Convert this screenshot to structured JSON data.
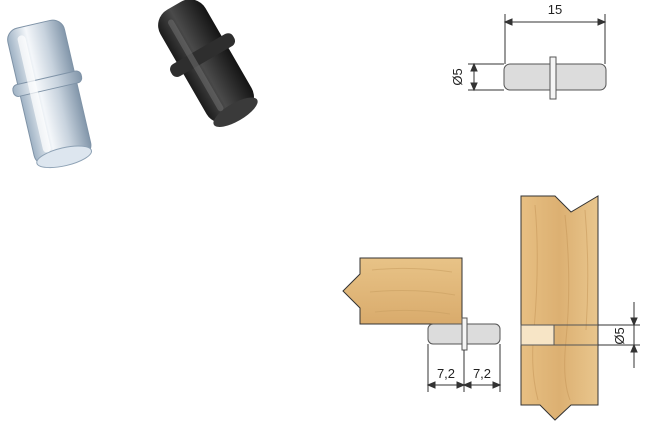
{
  "products": [
    {
      "name": "metal-shelf-pin",
      "finish": "zinc-plated",
      "color": "#b9c8d6"
    },
    {
      "name": "plastic-shelf-pin",
      "finish": "black",
      "color": "#2b2b2b"
    }
  ],
  "drawing": {
    "pin_length_label": "15",
    "pin_diameter_label": "Ø5",
    "left_half_label": "7,2",
    "right_half_label": "7,2",
    "hole_diameter_label": "Ø5",
    "colors": {
      "wood_light": "#e8c387",
      "wood_dark": "#cfa263",
      "pin_fill": "#dcdcdc",
      "line": "#333333"
    }
  }
}
